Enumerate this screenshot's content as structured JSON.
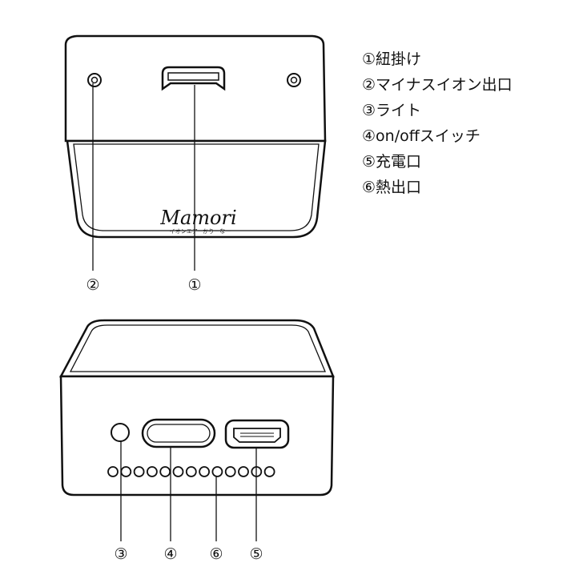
{
  "legend": [
    "①紐掛け",
    "②マイナスイオン出口",
    "③ライト",
    "④on/offスイッチ",
    "⑤充電口",
    "⑥熱出口"
  ],
  "device": {
    "brand": "Mamori",
    "brand_sub": "イオンエアーかりーなー"
  },
  "top_view_callouts": [
    "②",
    "①"
  ],
  "bottom_view_callouts": [
    "③",
    "④",
    "⑥",
    "⑤"
  ],
  "vent_holes_count": 13
}
